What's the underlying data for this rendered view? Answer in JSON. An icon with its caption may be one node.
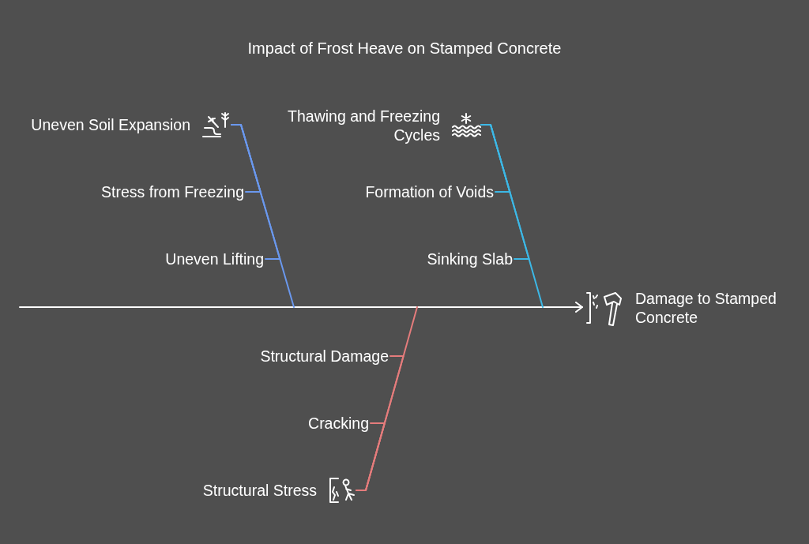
{
  "diagram": {
    "title": "Impact of Frost Heave on Stamped Concrete",
    "nodes": [
      {
        "text": [
          "Uneven Soil Expansion"
        ]
      },
      {
        "text": [
          "Stress from Freezing"
        ]
      },
      {
        "text": [
          "Uneven Lifting"
        ]
      },
      {
        "text": [
          "Thawing and Freezing Cycles"
        ]
      },
      {
        "text": [
          "Formation of Voids"
        ]
      },
      {
        "text": [
          "Sinking Slab"
        ]
      },
      {
        "text": [
          "Damage to Stamped Concrete"
        ]
      },
      {
        "text": [
          "Structural Damage"
        ]
      },
      {
        "text": [
          "Cracking"
        ]
      },
      {
        "text": [
          "Structural Stress"
        ]
      }
    ],
    "edges": [
      {
        "from": null,
        "to": 6,
        "arrow": "to",
        "color": "#ffffff"
      },
      {
        "from": 0,
        "to": null,
        "arrow": "none",
        "color": "#6a98ee"
      },
      {
        "from": 1,
        "to": 0,
        "arrow": "none",
        "color": "#6a98ee"
      },
      {
        "from": 2,
        "to": 0,
        "arrow": "none",
        "color": "#6a98ee"
      },
      {
        "from": 3,
        "to": null,
        "arrow": "none",
        "color": "#3cb8e6"
      },
      {
        "from": 4,
        "to": 3,
        "arrow": "none",
        "color": "#3cb8e6"
      },
      {
        "from": 5,
        "to": 3,
        "arrow": "none",
        "color": "#3cb8e6"
      },
      {
        "from": 9,
        "to": null,
        "arrow": "none",
        "color": "#e57c7c"
      },
      {
        "from": 7,
        "to": 9,
        "arrow": "none",
        "color": "#e57c7c"
      },
      {
        "from": 8,
        "to": 9,
        "arrow": "none",
        "color": "#e57c7c"
      }
    ]
  }
}
